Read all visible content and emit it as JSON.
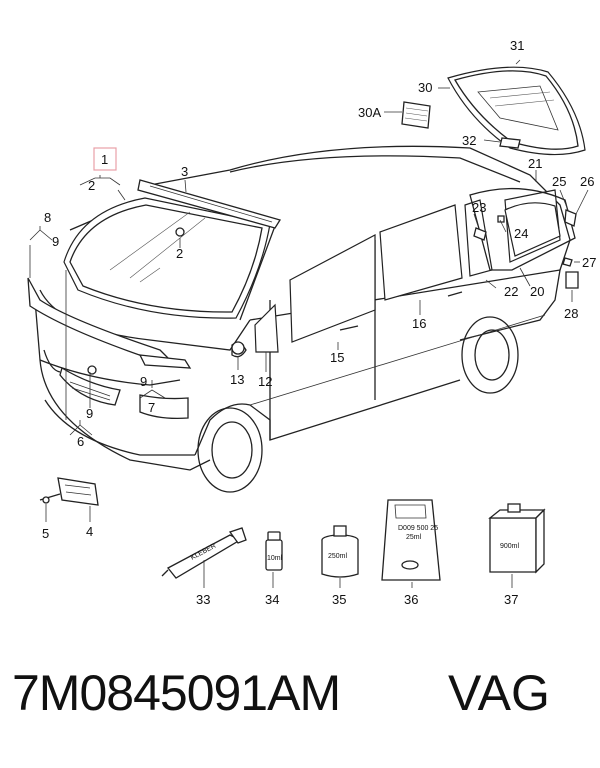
{
  "diagram": {
    "callouts": {
      "c1": "1",
      "c2a": "2",
      "c2b": "2",
      "c3": "3",
      "c4": "4",
      "c5": "5",
      "c6": "6",
      "c7": "7",
      "c8": "8",
      "c9a": "9",
      "c9b": "9",
      "c9c": "9",
      "c12": "12",
      "c13": "13",
      "c15": "15",
      "c16": "16",
      "c20": "20",
      "c21": "21",
      "c22": "22",
      "c23": "23",
      "c24": "24",
      "c25": "25",
      "c26": "26",
      "c27": "27",
      "c28": "28",
      "c30": "30",
      "c30a": "30A",
      "c31": "31",
      "c32": "32",
      "c33": "33",
      "c34": "34",
      "c35": "35",
      "c36": "36",
      "c37": "37"
    },
    "product_labels": {
      "kleber": "KLEBER",
      "vol10": "10ml",
      "vol250": "250ml",
      "bag_code": "D009 500 25",
      "bag_qty": "25ml",
      "vol900": "900ml"
    },
    "highlight_color": "#e8a0a8"
  },
  "footer": {
    "part_number": "7M0845091AM",
    "brand": "VAG"
  }
}
